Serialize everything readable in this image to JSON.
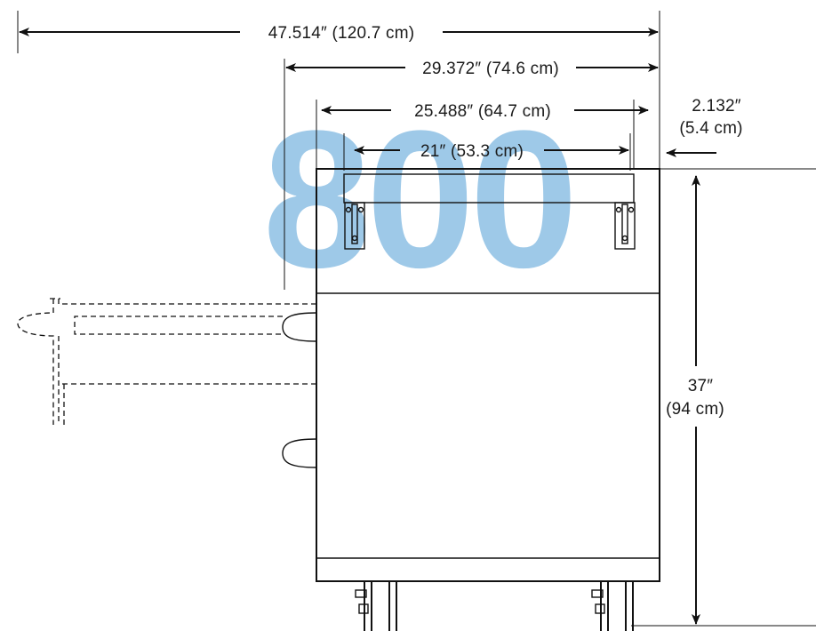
{
  "dimensions": {
    "overall_width": "47.514″ (120.7 cm)",
    "cabinet_depth": "29.372″ (74.6 cm)",
    "top_depth": "25.488″ (64.7 cm)",
    "inner_width": "21″ (53.3 cm)",
    "offset_inch": "2.132″",
    "offset_cm": "(5.4 cm)",
    "height_inch": "37″",
    "height_cm": "(94 cm)"
  },
  "watermark_text": "800",
  "colors": {
    "line": "#111111",
    "watermark": "#1a7fc9"
  }
}
